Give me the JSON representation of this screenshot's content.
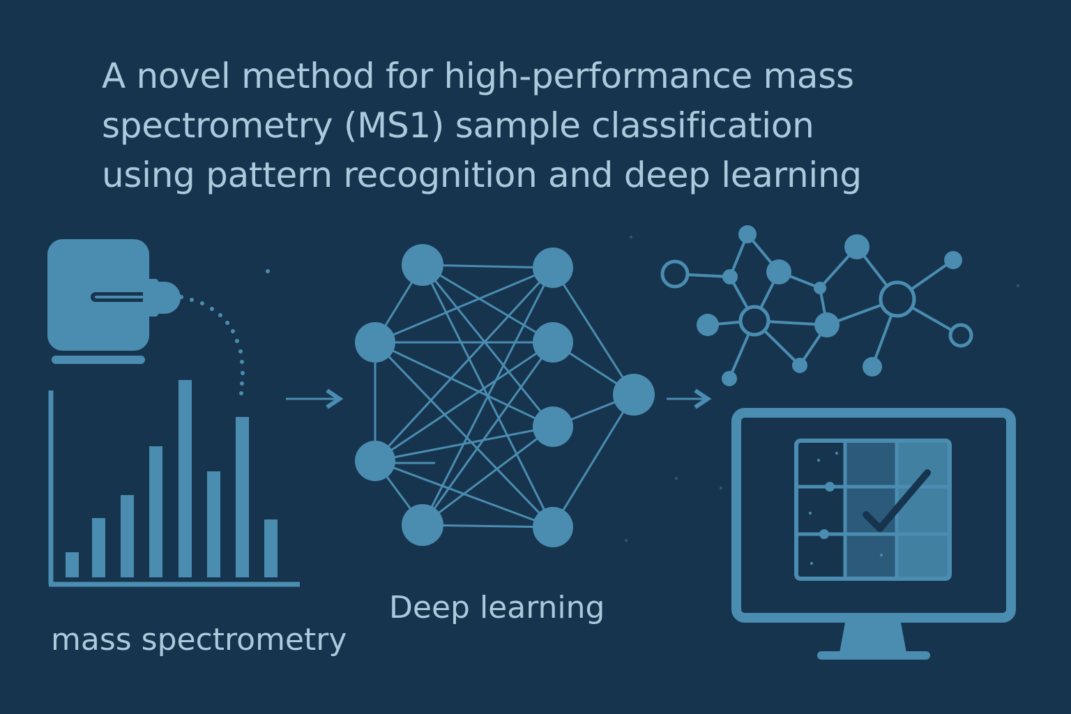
{
  "title": {
    "line1": "A novel method for high-performance mass",
    "line2": "spectrometry (MS1) sample classification",
    "line3": "using pattern recognition and deep learning"
  },
  "labels": {
    "mass_spectrometry": "mass spectrometry",
    "deep_learning": "Deep learning"
  },
  "colors": {
    "background": "#17344f",
    "accent": "#4a8db0",
    "text": "#a9cbdc"
  },
  "icons": [
    "mass-spectrometer-icon",
    "spectrum-bars-icon",
    "neural-network-icon",
    "graph-network-icon",
    "monitor-icon",
    "checkmark-icon",
    "arrow-right-icon"
  ]
}
